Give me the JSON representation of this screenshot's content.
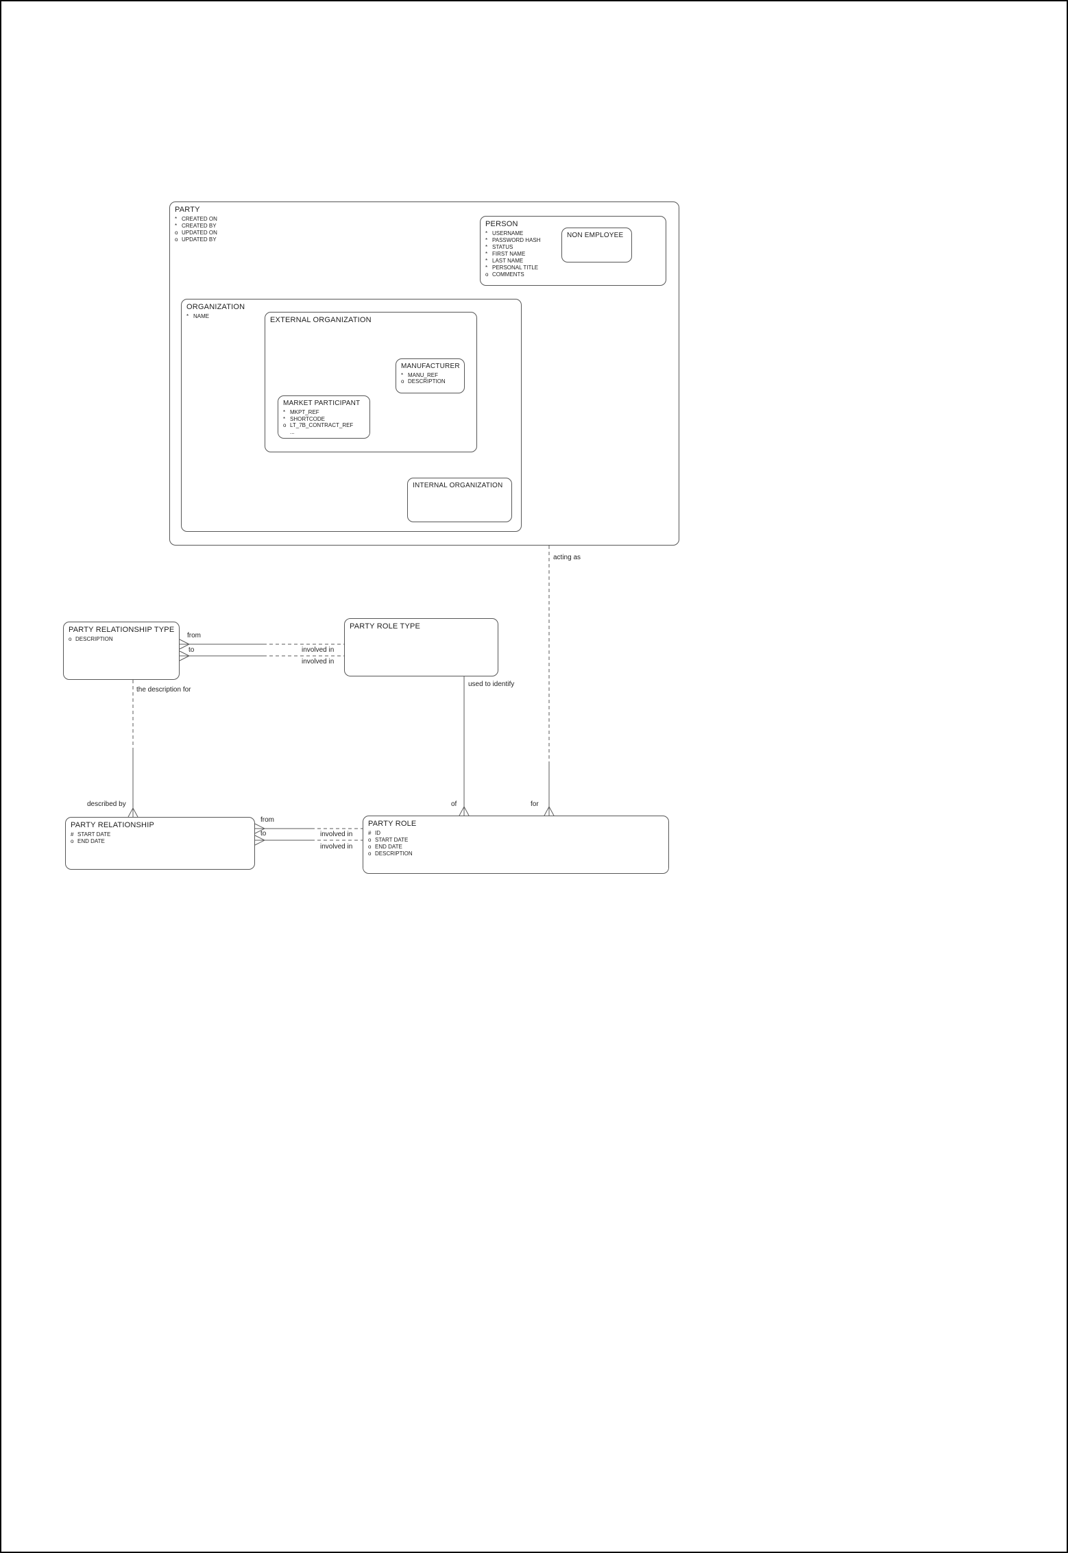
{
  "diagram": {
    "entities": {
      "party": {
        "title": "PARTY",
        "attrs": [
          [
            "*",
            "CREATED ON"
          ],
          [
            "*",
            "CREATED BY"
          ],
          [
            "o",
            "UPDATED ON"
          ],
          [
            "o",
            "UPDATED BY"
          ]
        ]
      },
      "person": {
        "title": "PERSON",
        "attrs": [
          [
            "*",
            "USERNAME"
          ],
          [
            "*",
            "PASSWORD HASH"
          ],
          [
            "*",
            "STATUS"
          ],
          [
            "*",
            "FIRST NAME"
          ],
          [
            "*",
            "LAST NAME"
          ],
          [
            "*",
            "PERSONAL TITLE"
          ],
          [
            "o",
            "COMMENTS"
          ]
        ]
      },
      "non_employee": {
        "title": "NON EMPLOYEE"
      },
      "organization": {
        "title": "ORGANIZATION",
        "attrs": [
          [
            "*",
            "NAME"
          ]
        ]
      },
      "external_organization": {
        "title": "EXTERNAL ORGANIZATION"
      },
      "manufacturer": {
        "title": "MANUFACTURER",
        "attrs": [
          [
            "*",
            "MANU_REF"
          ],
          [
            "o",
            "DESCRIPTION"
          ]
        ]
      },
      "market_participant": {
        "title": "MARKET PARTICIPANT",
        "attrs": [
          [
            "*",
            "MKPT_REF"
          ],
          [
            "*",
            "SHORTCODE"
          ],
          [
            "o",
            "LT_7B_CONTRACT_REF"
          ],
          [
            "",
            "..."
          ]
        ]
      },
      "internal_organization": {
        "title": "INTERNAL ORGANIZATION"
      },
      "party_relationship_type": {
        "title": "PARTY RELATIONSHIP TYPE",
        "attrs": [
          [
            "o",
            "DESCRIPTION"
          ]
        ]
      },
      "party_role_type": {
        "title": "PARTY ROLE TYPE"
      },
      "party_relationship": {
        "title": "PARTY RELATIONSHIP",
        "attrs": [
          [
            "#",
            "START DATE"
          ],
          [
            "o",
            "END DATE"
          ]
        ]
      },
      "party_role": {
        "title": "PARTY ROLE",
        "attrs": [
          [
            "#",
            "ID"
          ],
          [
            "o",
            "START DATE"
          ],
          [
            "o",
            "END DATE"
          ],
          [
            "o",
            "DESCRIPTION"
          ]
        ]
      }
    },
    "labels": {
      "acting_as": "acting as",
      "for": "for",
      "top_from": "from",
      "top_to": "to",
      "top_involved_in_1": "involved in",
      "top_involved_in_2": "involved in",
      "description_for": "the description for",
      "described_by": "described by",
      "used_to_identify": "used to identify",
      "of": "of",
      "bottom_from": "from",
      "bottom_to": "to",
      "bottom_involved_in_1": "involved in",
      "bottom_involved_in_2": "involved in"
    }
  }
}
